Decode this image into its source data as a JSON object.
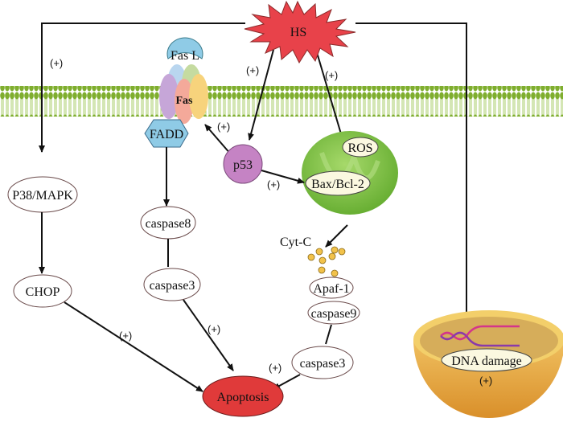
{
  "diagram": {
    "trigger": "HS",
    "plus_label": "(+)",
    "membrane_nodes": {
      "fas_ligand": "Fas L",
      "fas_receptor": "Fas",
      "adaptor": "FADD"
    },
    "nodes": {
      "p38": "P38/MAPK",
      "chop": "CHOP",
      "caspase8": "caspase8",
      "caspase3_left": "caspase3",
      "p53": "p53",
      "ros": "ROS",
      "bax": "Bax/Bcl-2",
      "cytc": "Cyt-C",
      "apaf": "Apaf-1",
      "caspase9": "caspase9",
      "caspase3_right": "caspase3",
      "apoptosis": "Apoptosis",
      "dna_damage": "DNA damage"
    },
    "colors": {
      "hs": "#e8424a",
      "apoptosis": "#e03a3a",
      "membrane": "#8bb83a",
      "mitochondrion": "#7cc23a",
      "p53": "#c583c4",
      "fadd": "#8fcbe6",
      "nucleus": "#e8b24a",
      "cytc": "#f2c24a"
    }
  }
}
